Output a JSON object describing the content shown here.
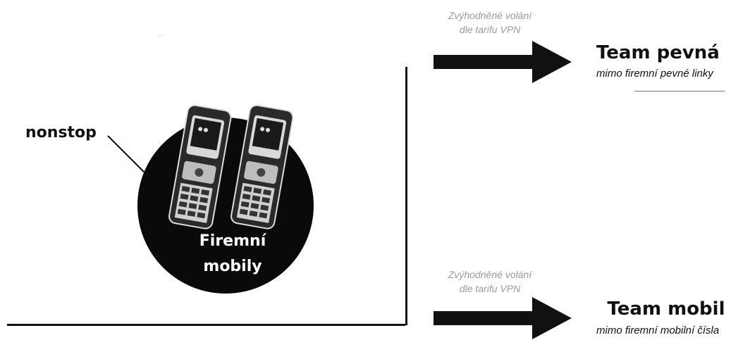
{
  "left_panel": {
    "faint_text": "...",
    "annotation": "nonstop",
    "circle_label_line1": "Firemní",
    "circle_label_line2": "mobily"
  },
  "routes": [
    {
      "caption_line1": "Zvýhodněné volání",
      "caption_line2": "dle tarifu VPN",
      "title": "Team pevná",
      "subtitle": "mimo firemní pevné linky"
    },
    {
      "caption_line1": "Zvýhodněné volání",
      "caption_line2": "dle tarifu VPN",
      "title": "Team mobil",
      "subtitle": "mimo firemní mobilní čísla"
    }
  ],
  "icons": [
    "mobile-phone-icon",
    "mobile-phone-icon",
    "arrow-right-icon",
    "arrow-right-icon"
  ],
  "colors": {
    "ink": "#111111",
    "caption": "#9a9a9a",
    "circle": "#0a0a0a"
  }
}
